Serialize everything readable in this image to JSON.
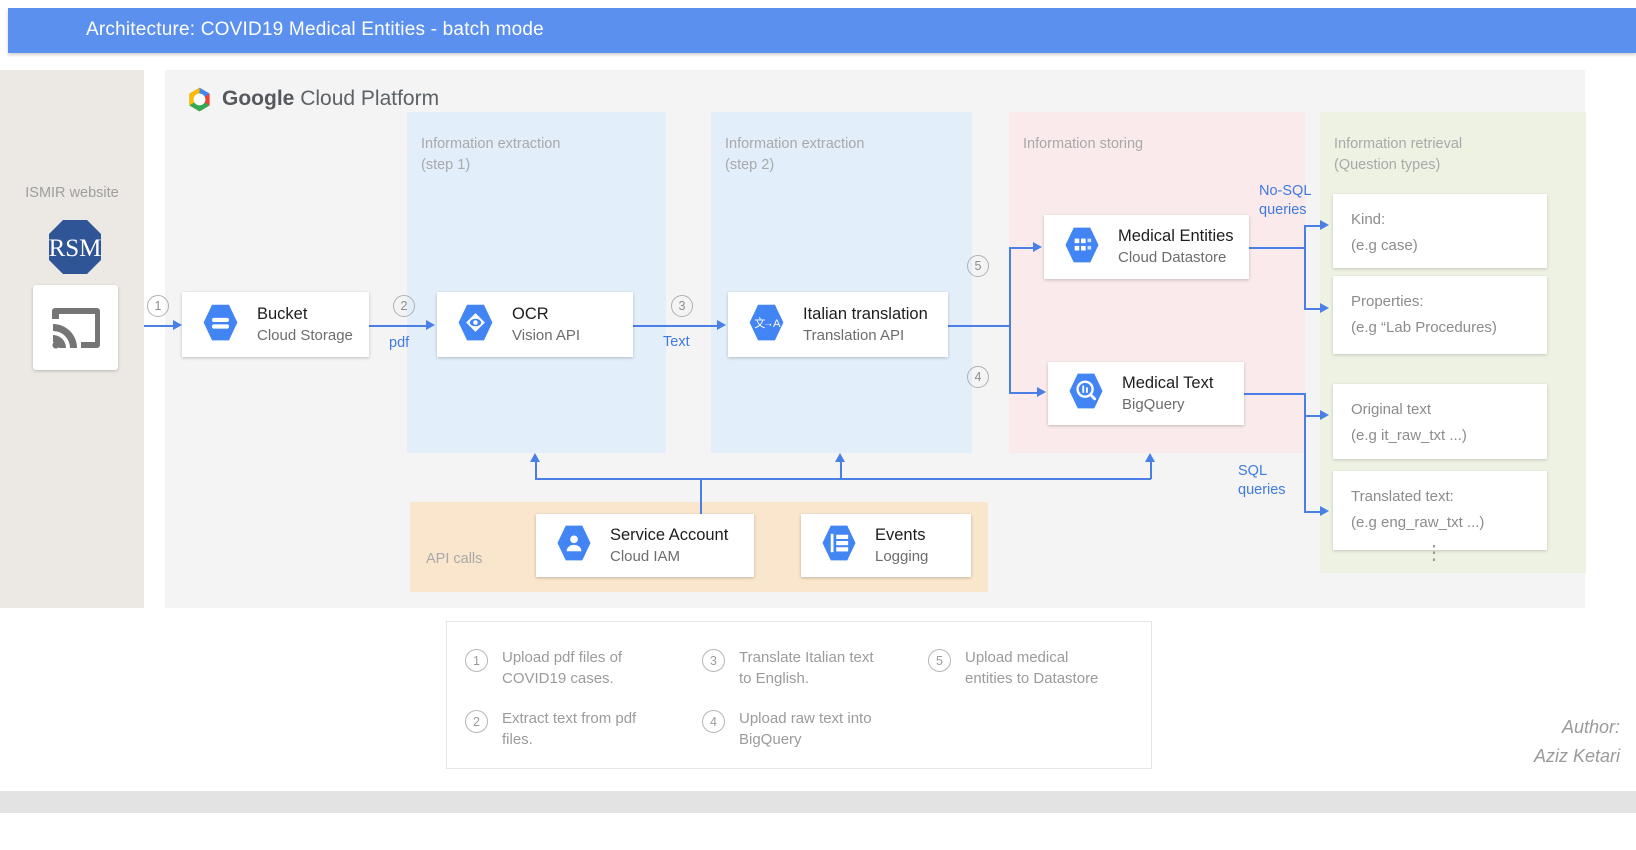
{
  "header": {
    "title": "Architecture: COVID19 Medical Entities - batch mode",
    "bg": "#5b90ee"
  },
  "platform": {
    "logo_text_bold": "Google",
    "logo_text_light": "Cloud Platform",
    "logo_icon": "gcp-hexagon-logo"
  },
  "source": {
    "label": "ISMIR website",
    "logo_icon": "ismir-octagon-monogram",
    "logo_letters": "RSM",
    "device_icon": "screencast-icon"
  },
  "zones": [
    {
      "id": "step1",
      "title": "Information extraction\n(step 1)",
      "color": "#e2effb"
    },
    {
      "id": "step2",
      "title": "Information extraction\n(step 2)",
      "color": "#e2effb"
    },
    {
      "id": "store",
      "title": "Information storing",
      "color": "#fbeaeb"
    },
    {
      "id": "retrieval",
      "title": "Information retrieval\n(Question  types)",
      "color": "#eef2e3"
    },
    {
      "id": "api",
      "title": "API calls",
      "color": "#fae5cd"
    }
  ],
  "services": [
    {
      "id": "bucket",
      "name": "Bucket",
      "product": "Cloud Storage",
      "icon": "cloud-storage-icon"
    },
    {
      "id": "ocr",
      "name": "OCR",
      "product": "Vision API",
      "icon": "vision-api-icon"
    },
    {
      "id": "translate",
      "name": "Italian translation",
      "product": "Translation API",
      "icon": "translation-api-icon"
    },
    {
      "id": "entities",
      "name": "Medical Entities",
      "product": "Cloud Datastore",
      "icon": "cloud-datastore-icon"
    },
    {
      "id": "bigquery",
      "name": "Medical Text",
      "product": "BigQuery",
      "icon": "bigquery-icon"
    },
    {
      "id": "iam",
      "name": "Service Account",
      "product": "Cloud IAM",
      "icon": "cloud-iam-icon"
    },
    {
      "id": "events",
      "name": "Events",
      "product": "Logging",
      "icon": "logging-icon"
    }
  ],
  "edge_labels": {
    "pdf": "pdf",
    "text": "Text",
    "nosql": "No-SQL\nqueries",
    "sql": "SQL\nqueries",
    "color": "#3f7ae3"
  },
  "step_markers": [
    "1",
    "2",
    "3",
    "4",
    "5"
  ],
  "retrieval_cards": [
    {
      "title": "Kind:",
      "example": "(e.g case)"
    },
    {
      "title": "Properties:",
      "example": "(e.g “Lab Procedures)"
    },
    {
      "title": "Original text",
      "example": "(e.g it_raw_txt ...)"
    },
    {
      "title": "Translated text:",
      "example": "(e.g eng_raw_txt ...)"
    }
  ],
  "retrieval_more": "⋮",
  "legend": [
    {
      "num": "1",
      "text": "Upload pdf files of\nCOVID19 cases."
    },
    {
      "num": "2",
      "text": "Extract text from pdf\nfiles."
    },
    {
      "num": "3",
      "text": "Translate Italian text\nto English."
    },
    {
      "num": "4",
      "text": "Upload raw text into\nBigQuery"
    },
    {
      "num": "5",
      "text": "Upload medical\nentities to Datastore"
    }
  ],
  "author": "Author:\nAziz Ketari"
}
